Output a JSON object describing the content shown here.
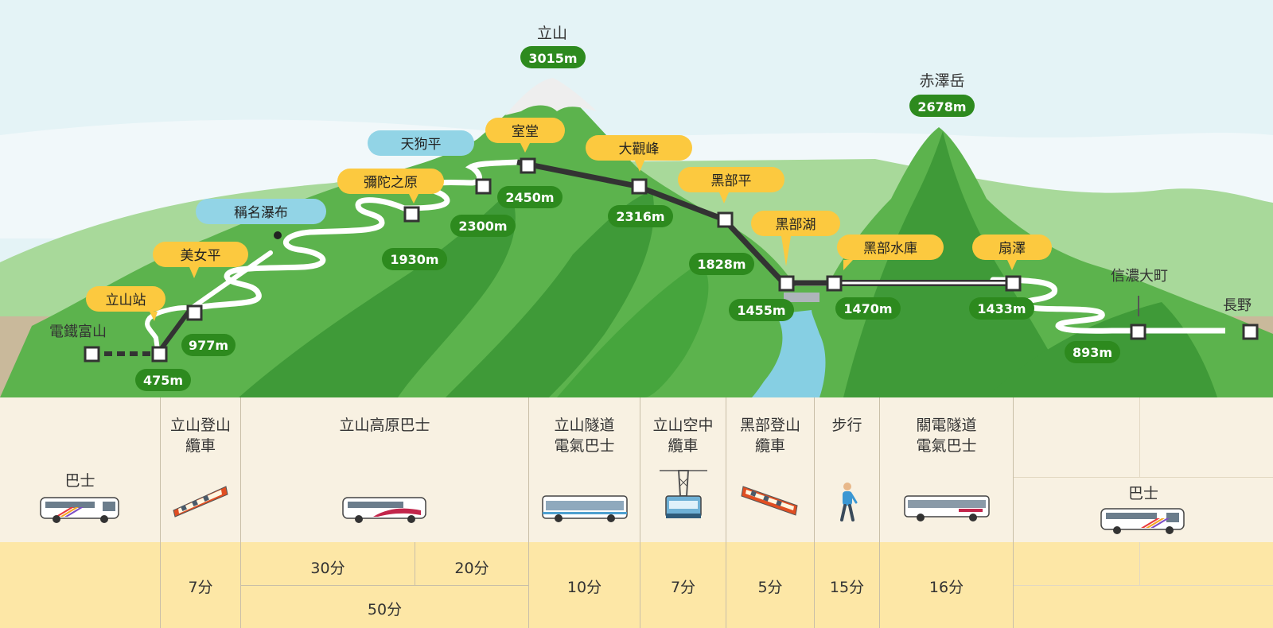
{
  "stations": {
    "dentetsu_toyama": "電鐵富山",
    "tateyama_station": "立山站",
    "bijodaira": "美女平",
    "shomyo_falls": "稱名瀑布",
    "midagahara": "彌陀之原",
    "tengudaira": "天狗平",
    "murodo": "室堂",
    "daikanbo": "大觀峰",
    "kurobedaira": "黑部平",
    "kurobeko": "黑部湖",
    "kurobe_dam": "黑部水庫",
    "ogisawa": "扇澤",
    "shinano_omachi": "信濃大町",
    "nagano": "長野"
  },
  "peaks": {
    "tateyama": {
      "name": "立山",
      "elevation": "3015m"
    },
    "akazawadake": {
      "name": "赤澤岳",
      "elevation": "2678m"
    }
  },
  "elevations": {
    "tateyama_station": "475m",
    "bijodaira": "977m",
    "midagahara": "1930m",
    "tengudaira": "2300m",
    "murodo": "2450m",
    "daikanbo": "2316m",
    "kurobedaira": "1828m",
    "kurobeko": "1455m",
    "kurobe_dam": "1470m",
    "ogisawa": "1433m",
    "shinano_omachi": "893m"
  },
  "transport": {
    "bus_left": "巴士",
    "cable_car_tateyama": "立山登山\n纜車",
    "highland_bus": "立山高原巴士",
    "trolley_bus_tateyama": "立山隧道\n電氣巴士",
    "ropeway": "立山空中\n纜車",
    "cable_car_kurobe": "黑部登山\n纜車",
    "walk": "步行",
    "trolley_bus_kanden": "關電隧道\n電氣巴士",
    "bus_right": "巴士"
  },
  "times": {
    "cable_car_tateyama": "7分",
    "highland_a": "30分",
    "highland_b": "20分",
    "highland_total": "50分",
    "trolley_tateyama": "10分",
    "ropeway": "7分",
    "cable_car_kurobe": "5分",
    "walk": "15分",
    "trolley_kanden": "16分"
  },
  "colors": {
    "sky": "#dff0f4",
    "mountain_green": "#4faa45",
    "mountain_dark": "#3a8f35",
    "ground": "#c8b89a",
    "panel_bg": "#f7f0e1",
    "time_bg": "#fde6a3",
    "station_tag_yellow": "#fcc93f",
    "station_tag_blue": "#8fd3e6",
    "elevation_badge": "#2d8a1e",
    "route_line": "#3a3a3a"
  }
}
